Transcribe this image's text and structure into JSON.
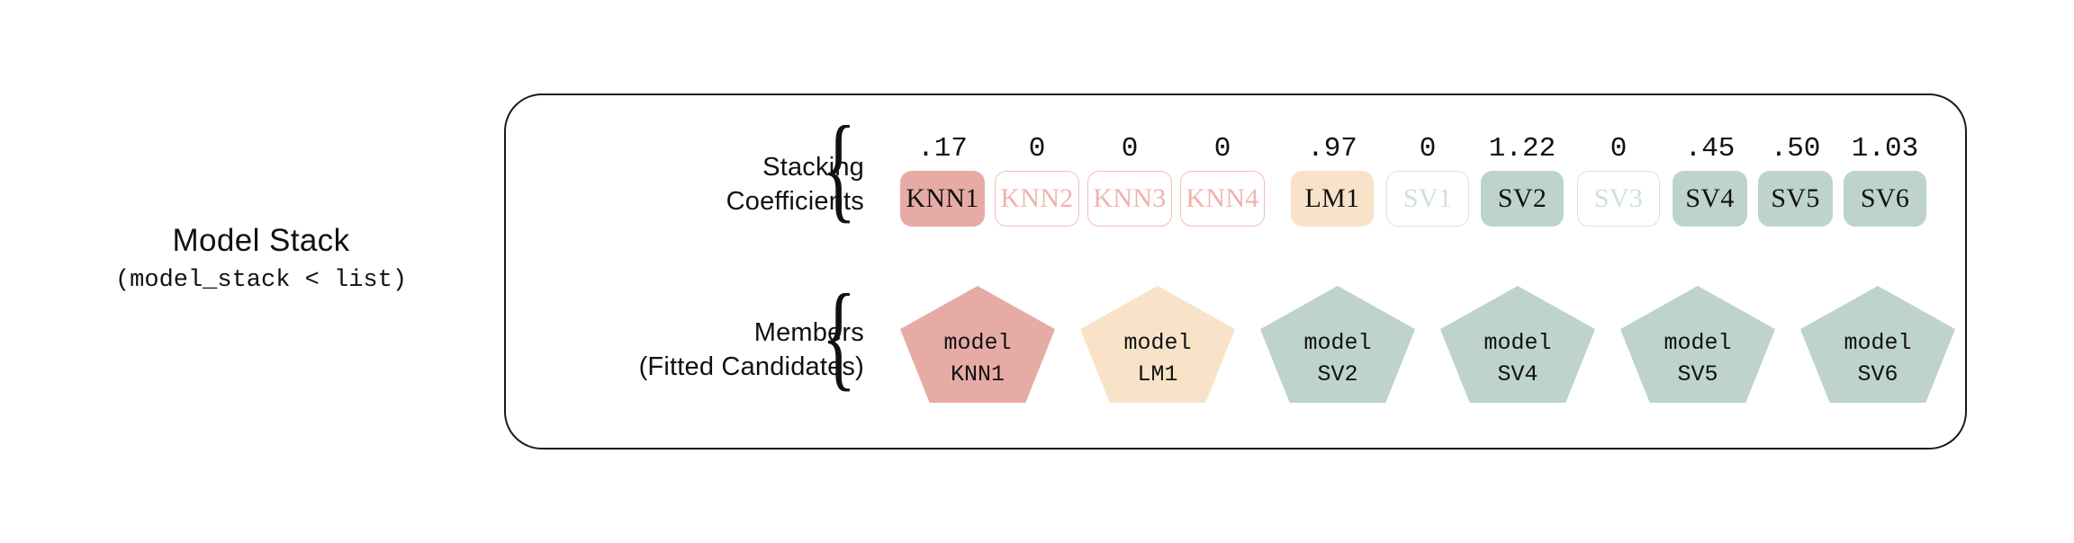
{
  "left_label": {
    "title": "Model Stack",
    "subtitle": "(model_stack < list)"
  },
  "rows": {
    "coefficients": {
      "line1": "Stacking",
      "line2": "Coefficients",
      "brace": "{"
    },
    "members": {
      "line1": "Members",
      "line2": "(Fitted Candidates)",
      "brace": "{"
    }
  },
  "colors": {
    "fill_pink": "#e7aba5",
    "fill_cream": "#f8e3c8",
    "fill_green": "#bdd3cb",
    "off_pink_border": "#f3bdb5",
    "off_pink_text": "#f0b3ab",
    "off_green_border": "#d7e4de",
    "off_green_text": "#cfe0d9",
    "container_border": "#1b1b1b",
    "text": "#111111"
  },
  "coefficient_items": [
    {
      "label": "KNN1",
      "value": ".17",
      "state": "on",
      "tone": "pink"
    },
    {
      "label": "KNN2",
      "value": "0",
      "state": "off",
      "tone": "pink"
    },
    {
      "label": "KNN3",
      "value": "0",
      "state": "off",
      "tone": "pink"
    },
    {
      "label": "KNN4",
      "value": "0",
      "state": "off",
      "tone": "pink"
    },
    {
      "label": "LM1",
      "value": ".97",
      "state": "on",
      "tone": "cream"
    },
    {
      "label": "SV1",
      "value": "0",
      "state": "off",
      "tone": "green"
    },
    {
      "label": "SV2",
      "value": "1.22",
      "state": "on",
      "tone": "green"
    },
    {
      "label": "SV3",
      "value": "0",
      "state": "off",
      "tone": "green"
    },
    {
      "label": "SV4",
      "value": ".45",
      "state": "on",
      "tone": "green"
    },
    {
      "label": "SV5",
      "value": ".50",
      "state": "on",
      "tone": "green"
    },
    {
      "label": "SV6",
      "value": "1.03",
      "state": "on",
      "tone": "green"
    }
  ],
  "member_items": [
    {
      "line1": "model",
      "line2": "KNN1",
      "tone": "pink"
    },
    {
      "line1": "model",
      "line2": "LM1",
      "tone": "cream"
    },
    {
      "line1": "model",
      "line2": "SV2",
      "tone": "green"
    },
    {
      "line1": "model",
      "line2": "SV4",
      "tone": "green"
    },
    {
      "line1": "model",
      "line2": "SV5",
      "tone": "green"
    },
    {
      "line1": "model",
      "line2": "SV6",
      "tone": "green"
    }
  ],
  "layout": {
    "box_lefts": [
      0,
      105,
      208,
      311,
      434,
      540,
      645,
      752,
      858,
      953,
      1048
    ],
    "box_widths": [
      94,
      94,
      94,
      94,
      92,
      92,
      92,
      92,
      83,
      83,
      92
    ],
    "pent_lefts": [
      0,
      200,
      400,
      600,
      800,
      1000
    ]
  }
}
